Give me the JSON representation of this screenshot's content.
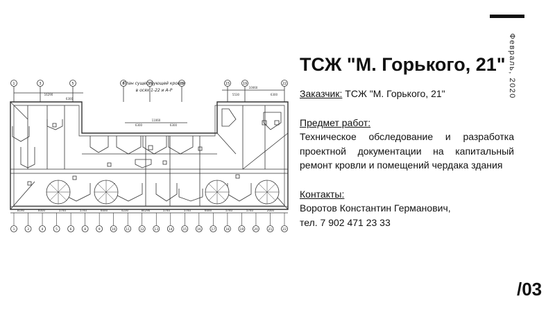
{
  "slide": {
    "date": "Февраль, 2020",
    "title": "ТСЖ \"М. Горького, 21\"",
    "page_number": "/03"
  },
  "client": {
    "label": "Заказчик:",
    "value": " ТСЖ \"М. Горького, 21\""
  },
  "work": {
    "label": "Предмет работ:",
    "value": "Техническое обследование и разработка проектной документации на капитальный ремонт кровли и помещений чердака здания"
  },
  "contacts": {
    "label": "Контакты:",
    "name": "Воротов Константин Германович,",
    "phone": "тел. 7 902 471 23 33"
  },
  "drawing": {
    "title_line1": "План существующей кровли",
    "title_line2": "в осях 1-22 и А-Р",
    "axes_top": [
      "1",
      "3",
      "5",
      "8",
      "10",
      "13",
      "15",
      "19",
      "22"
    ],
    "axes_bottom": [
      "1",
      "3",
      "4",
      "5",
      "6",
      "8",
      "9",
      "10",
      "11",
      "12",
      "13",
      "14",
      "15",
      "16",
      "17",
      "18",
      "19",
      "20",
      "21",
      "22"
    ],
    "dims_top": [
      "16290",
      "6300",
      "11060",
      "6300",
      "6300",
      "10060",
      "5530",
      "6300"
    ],
    "dims_bottom": [
      "8190",
      "6000",
      "5740",
      "5740",
      "6000",
      "4230",
      "84290",
      "5740",
      "5740",
      "6000",
      "5740",
      "5740",
      "2000"
    ]
  }
}
